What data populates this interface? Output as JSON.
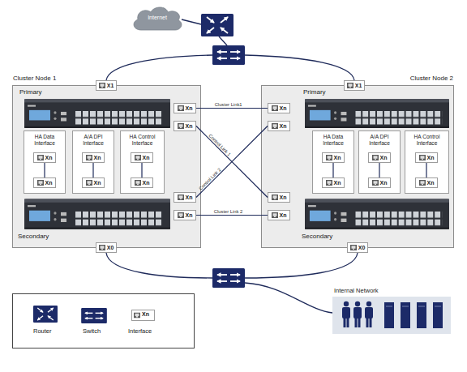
{
  "diagram": {
    "nodes": [
      {
        "text": [
          "Internet"
        ]
      },
      {
        "text": [
          "Cluster Node 1",
          "Primary",
          "Secondary"
        ]
      },
      {
        "text": [
          "X1"
        ],
        "in": 1
      },
      {
        "text": [
          "HA Data Interface"
        ],
        "in": 1
      },
      {
        "text": [
          "Xn"
        ],
        "in": 3
      },
      {
        "text": [
          "Xn"
        ],
        "in": 3
      },
      {
        "text": [
          "A/A DPI Interface"
        ],
        "in": 1
      },
      {
        "text": [
          "Xn"
        ],
        "in": 6
      },
      {
        "text": [
          "Xn"
        ],
        "in": 6
      },
      {
        "text": [
          "HA Control Interface"
        ],
        "in": 1
      },
      {
        "text": [
          "Xn"
        ],
        "in": 9
      },
      {
        "text": [
          "Xn"
        ],
        "in": 9
      },
      {
        "text": [
          "Xn"
        ],
        "in": 1
      },
      {
        "text": [
          "Xn"
        ],
        "in": 1
      },
      {
        "text": [
          "Xn"
        ],
        "in": 1
      },
      {
        "text": [
          "Xn"
        ],
        "in": 1
      },
      {
        "text": [
          "X0"
        ],
        "in": 1
      },
      {
        "text": [
          "Cluster Node 2",
          "Primary",
          "Secondary"
        ]
      },
      {
        "text": [
          "X1"
        ],
        "in": 17
      },
      {
        "text": [
          "Xn"
        ],
        "in": 17
      },
      {
        "text": [
          "Xn"
        ],
        "in": 17
      },
      {
        "text": [
          "Xn"
        ],
        "in": 17
      },
      {
        "text": [
          "Xn"
        ],
        "in": 17
      },
      {
        "text": [
          "HA Data Interface"
        ],
        "in": 17
      },
      {
        "text": [
          "Xn"
        ],
        "in": 23
      },
      {
        "text": [
          "Xn"
        ],
        "in": 23
      },
      {
        "text": [
          "A/A DPI Interface"
        ],
        "in": 17
      },
      {
        "text": [
          "Xn"
        ],
        "in": 26
      },
      {
        "text": [
          "Xn"
        ],
        "in": 26
      },
      {
        "text": [
          "HA Control Interface"
        ],
        "in": 17
      },
      {
        "text": [
          "Xn"
        ],
        "in": 29
      },
      {
        "text": [
          "Xn"
        ],
        "in": 29
      },
      {
        "text": [
          "X0"
        ],
        "in": 17
      },
      {
        "text": [
          "Internal Network"
        ]
      }
    ],
    "edges": [
      {
        "from": 12,
        "to": 19,
        "label": "Cluster Link1",
        "arrow": "none"
      },
      {
        "from": 13,
        "to": 21,
        "label": "Control Link 1",
        "arrow": "none"
      },
      {
        "from": 14,
        "to": 20,
        "label": "Control Link 2",
        "arrow": "none"
      },
      {
        "from": 15,
        "to": 22,
        "label": "Cluster Link 2",
        "arrow": "none"
      },
      {
        "from": 4,
        "to": 5,
        "arrow": "none"
      },
      {
        "from": 7,
        "to": 8,
        "arrow": "none"
      },
      {
        "from": 10,
        "to": 11,
        "arrow": "none"
      },
      {
        "from": 24,
        "to": 25,
        "arrow": "none"
      },
      {
        "from": 27,
        "to": 28,
        "arrow": "none"
      },
      {
        "from": 30,
        "to": 31,
        "arrow": "none"
      }
    ],
    "labels": [
      "Xn"
    ],
    "legend": [
      {
        "text": "Router"
      },
      {
        "text": "Switch"
      },
      {
        "text": "Interface"
      }
    ]
  }
}
